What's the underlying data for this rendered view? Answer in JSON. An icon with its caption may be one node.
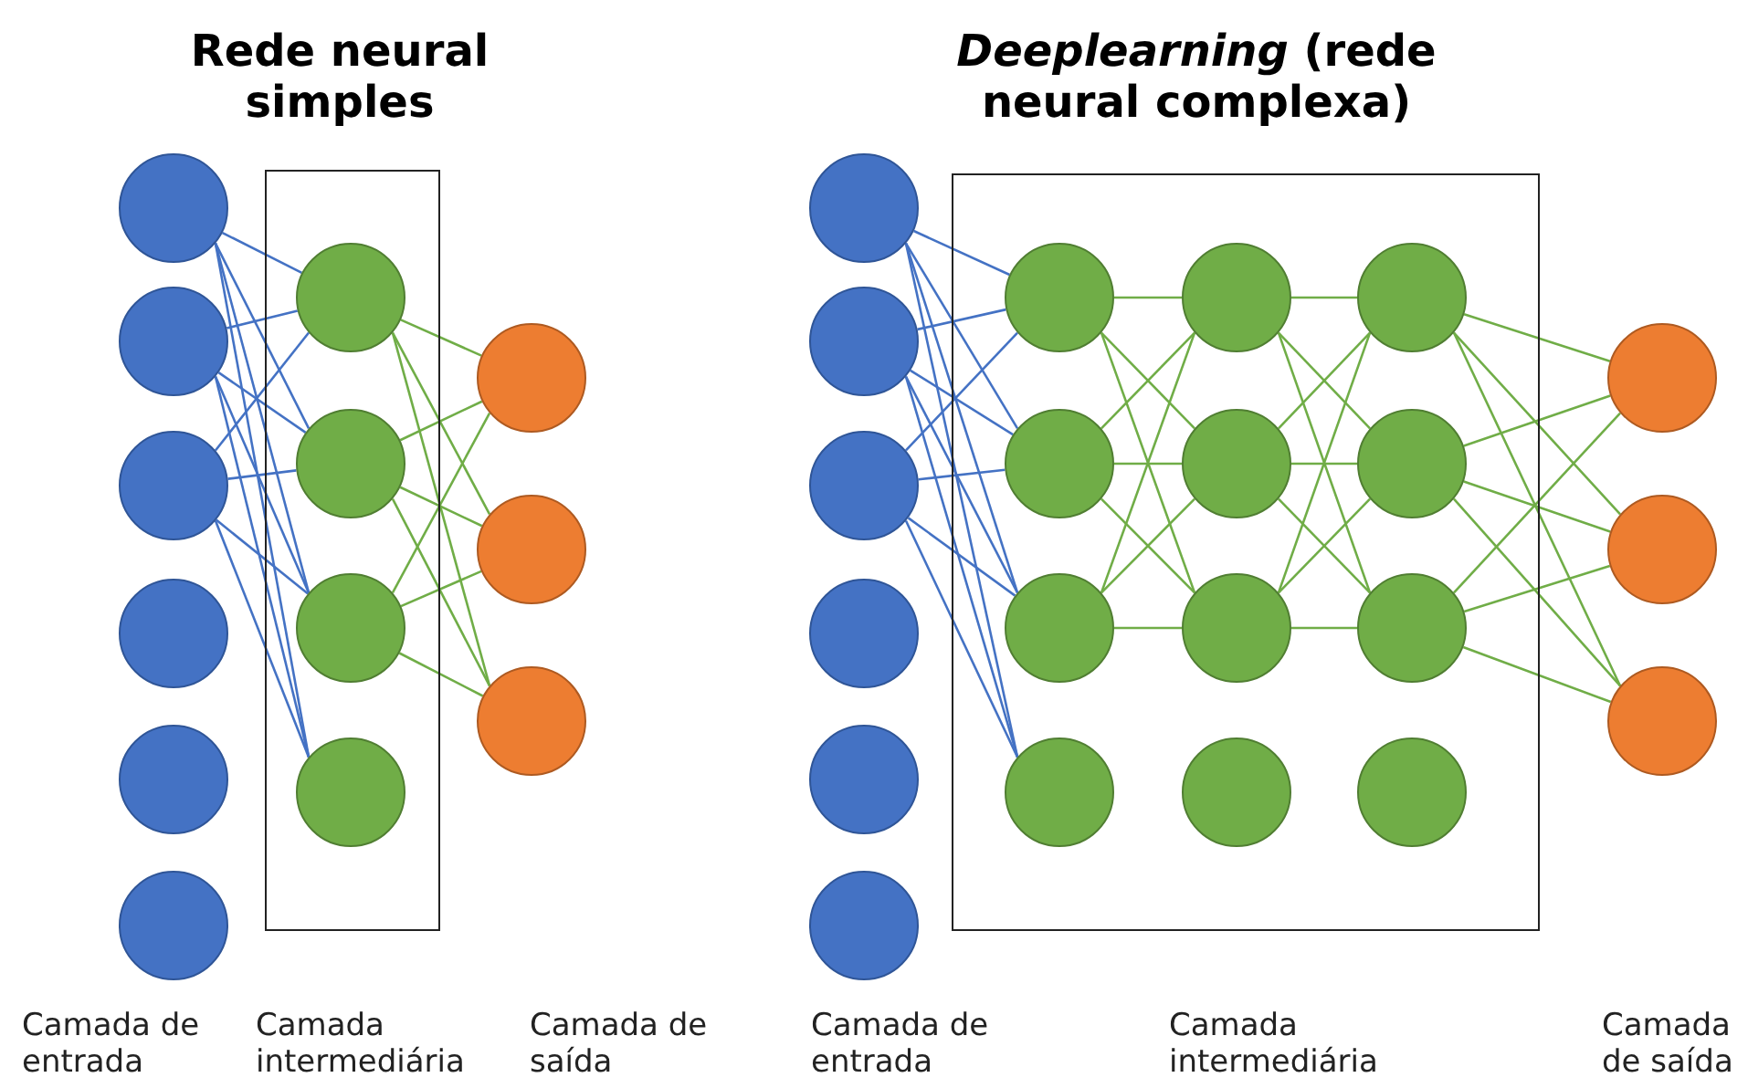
{
  "diagram": {
    "nodes": [
      {
        "text": [],
        "shape": "box"
      },
      {
        "text": [],
        "shape": "circle"
      },
      {
        "text": [],
        "shape": "circle"
      },
      {
        "text": [],
        "shape": "circle"
      },
      {
        "text": [],
        "shape": "circle"
      },
      {
        "text": [],
        "shape": "circle"
      },
      {
        "text": [],
        "shape": "circle"
      },
      {
        "text": [],
        "shape": "circle",
        "in": 0
      },
      {
        "text": [],
        "shape": "circle",
        "in": 0
      },
      {
        "text": [],
        "shape": "circle",
        "in": 0
      },
      {
        "text": [],
        "shape": "circle",
        "in": 0
      },
      {
        "text": [],
        "shape": "circle"
      },
      {
        "text": [],
        "shape": "circle"
      },
      {
        "text": [],
        "shape": "circle"
      },
      {
        "text": [],
        "shape": "box"
      },
      {
        "text": [],
        "shape": "circle"
      },
      {
        "text": [],
        "shape": "circle"
      },
      {
        "text": [],
        "shape": "circle"
      },
      {
        "text": [],
        "shape": "circle"
      },
      {
        "text": [],
        "shape": "circle"
      },
      {
        "text": [],
        "shape": "circle"
      },
      {
        "text": [],
        "shape": "circle",
        "in": 14
      },
      {
        "text": [],
        "shape": "circle",
        "in": 14
      },
      {
        "text": [],
        "shape": "circle",
        "in": 14
      },
      {
        "text": [],
        "shape": "circle",
        "in": 14
      },
      {
        "text": [],
        "shape": "circle",
        "in": 14
      },
      {
        "text": [],
        "shape": "circle",
        "in": 14
      },
      {
        "text": [],
        "shape": "circle",
        "in": 14
      },
      {
        "text": [],
        "shape": "circle",
        "in": 14
      },
      {
        "text": [],
        "shape": "circle",
        "in": 14
      },
      {
        "text": [],
        "shape": "circle",
        "in": 14
      },
      {
        "text": [],
        "shape": "circle",
        "in": 14
      },
      {
        "text": [],
        "shape": "circle",
        "in": 14
      },
      {
        "text": [],
        "shape": "circle"
      },
      {
        "text": [],
        "shape": "circle"
      },
      {
        "text": [],
        "shape": "circle"
      }
    ],
    "edges": [
      {
        "from": 1,
        "to": 7,
        "arrow": "none",
        "color": "#4472c4"
      },
      {
        "from": 1,
        "to": 8,
        "arrow": "none",
        "color": "#4472c4"
      },
      {
        "from": 1,
        "to": 9,
        "arrow": "none",
        "color": "#4472c4"
      },
      {
        "from": 1,
        "to": 10,
        "arrow": "none",
        "color": "#4472c4"
      },
      {
        "from": 2,
        "to": 7,
        "arrow": "none",
        "color": "#4472c4"
      },
      {
        "from": 2,
        "to": 8,
        "arrow": "none",
        "color": "#4472c4"
      },
      {
        "from": 2,
        "to": 9,
        "arrow": "none",
        "color": "#4472c4"
      },
      {
        "from": 2,
        "to": 10,
        "arrow": "none",
        "color": "#4472c4"
      },
      {
        "from": 3,
        "to": 7,
        "arrow": "none",
        "color": "#4472c4"
      },
      {
        "from": 3,
        "to": 8,
        "arrow": "none",
        "color": "#4472c4"
      },
      {
        "from": 3,
        "to": 9,
        "arrow": "none",
        "color": "#4472c4"
      },
      {
        "from": 3,
        "to": 10,
        "arrow": "none",
        "color": "#4472c4"
      },
      {
        "from": 7,
        "to": 11,
        "arrow": "none"
      },
      {
        "from": 7,
        "to": 12,
        "arrow": "none"
      },
      {
        "from": 7,
        "to": 13,
        "arrow": "none"
      },
      {
        "from": 8,
        "to": 11,
        "arrow": "none"
      },
      {
        "from": 8,
        "to": 12,
        "arrow": "none"
      },
      {
        "from": 8,
        "to": 13,
        "arrow": "none"
      },
      {
        "from": 9,
        "to": 11,
        "arrow": "none"
      },
      {
        "from": 9,
        "to": 12,
        "arrow": "none"
      },
      {
        "from": 9,
        "to": 13,
        "arrow": "none"
      },
      {
        "from": 15,
        "to": 21,
        "arrow": "none",
        "color": "#4472c4"
      },
      {
        "from": 15,
        "to": 22,
        "arrow": "none",
        "color": "#4472c4"
      },
      {
        "from": 15,
        "to": 23,
        "arrow": "none",
        "color": "#4472c4"
      },
      {
        "from": 15,
        "to": 24,
        "arrow": "none",
        "color": "#4472c4"
      },
      {
        "from": 16,
        "to": 21,
        "arrow": "none",
        "color": "#4472c4"
      },
      {
        "from": 16,
        "to": 22,
        "arrow": "none",
        "color": "#4472c4"
      },
      {
        "from": 16,
        "to": 23,
        "arrow": "none",
        "color": "#4472c4"
      },
      {
        "from": 16,
        "to": 24,
        "arrow": "none",
        "color": "#4472c4"
      },
      {
        "from": 17,
        "to": 21,
        "arrow": "none",
        "color": "#4472c4"
      },
      {
        "from": 17,
        "to": 22,
        "arrow": "none",
        "color": "#4472c4"
      },
      {
        "from": 17,
        "to": 23,
        "arrow": "none",
        "color": "#4472c4"
      },
      {
        "from": 17,
        "to": 24,
        "arrow": "none",
        "color": "#4472c4"
      },
      {
        "from": 21,
        "to": 25,
        "arrow": "none"
      },
      {
        "from": 21,
        "to": 26,
        "arrow": "none"
      },
      {
        "from": 21,
        "to": 27,
        "arrow": "none"
      },
      {
        "from": 22,
        "to": 25,
        "arrow": "none"
      },
      {
        "from": 22,
        "to": 26,
        "arrow": "none"
      },
      {
        "from": 22,
        "to": 27,
        "arrow": "none"
      },
      {
        "from": 23,
        "to": 25,
        "arrow": "none"
      },
      {
        "from": 23,
        "to": 26,
        "arrow": "none"
      },
      {
        "from": 23,
        "to": 27,
        "arrow": "none"
      },
      {
        "from": 25,
        "to": 29,
        "arrow": "none"
      },
      {
        "from": 25,
        "to": 30,
        "arrow": "none"
      },
      {
        "from": 25,
        "to": 31,
        "arrow": "none"
      },
      {
        "from": 26,
        "to": 29,
        "arrow": "none"
      },
      {
        "from": 26,
        "to": 30,
        "arrow": "none"
      },
      {
        "from": 26,
        "to": 31,
        "arrow": "none"
      },
      {
        "from": 27,
        "to": 29,
        "arrow": "none"
      },
      {
        "from": 27,
        "to": 30,
        "arrow": "none"
      },
      {
        "from": 27,
        "to": 31,
        "arrow": "none"
      },
      {
        "from": 29,
        "to": 33,
        "arrow": "none"
      },
      {
        "from": 29,
        "to": 34,
        "arrow": "none"
      },
      {
        "from": 29,
        "to": 35,
        "arrow": "none"
      },
      {
        "from": 30,
        "to": 33,
        "arrow": "none"
      },
      {
        "from": 30,
        "to": 34,
        "arrow": "none"
      },
      {
        "from": 30,
        "to": 35,
        "arrow": "none"
      },
      {
        "from": 31,
        "to": 33,
        "arrow": "none"
      },
      {
        "from": 31,
        "to": 34,
        "arrow": "none"
      },
      {
        "from": 31,
        "to": 35,
        "arrow": "none"
      }
    ],
    "labels": [
      "Rede neural simples",
      "*Deeplearning* (rede neural complexa)",
      "Camada de entrada",
      "Camada intermediária",
      "Camada de saída",
      "Camada de entrada",
      "Camada intermediária",
      "Camada de saída"
    ]
  }
}
